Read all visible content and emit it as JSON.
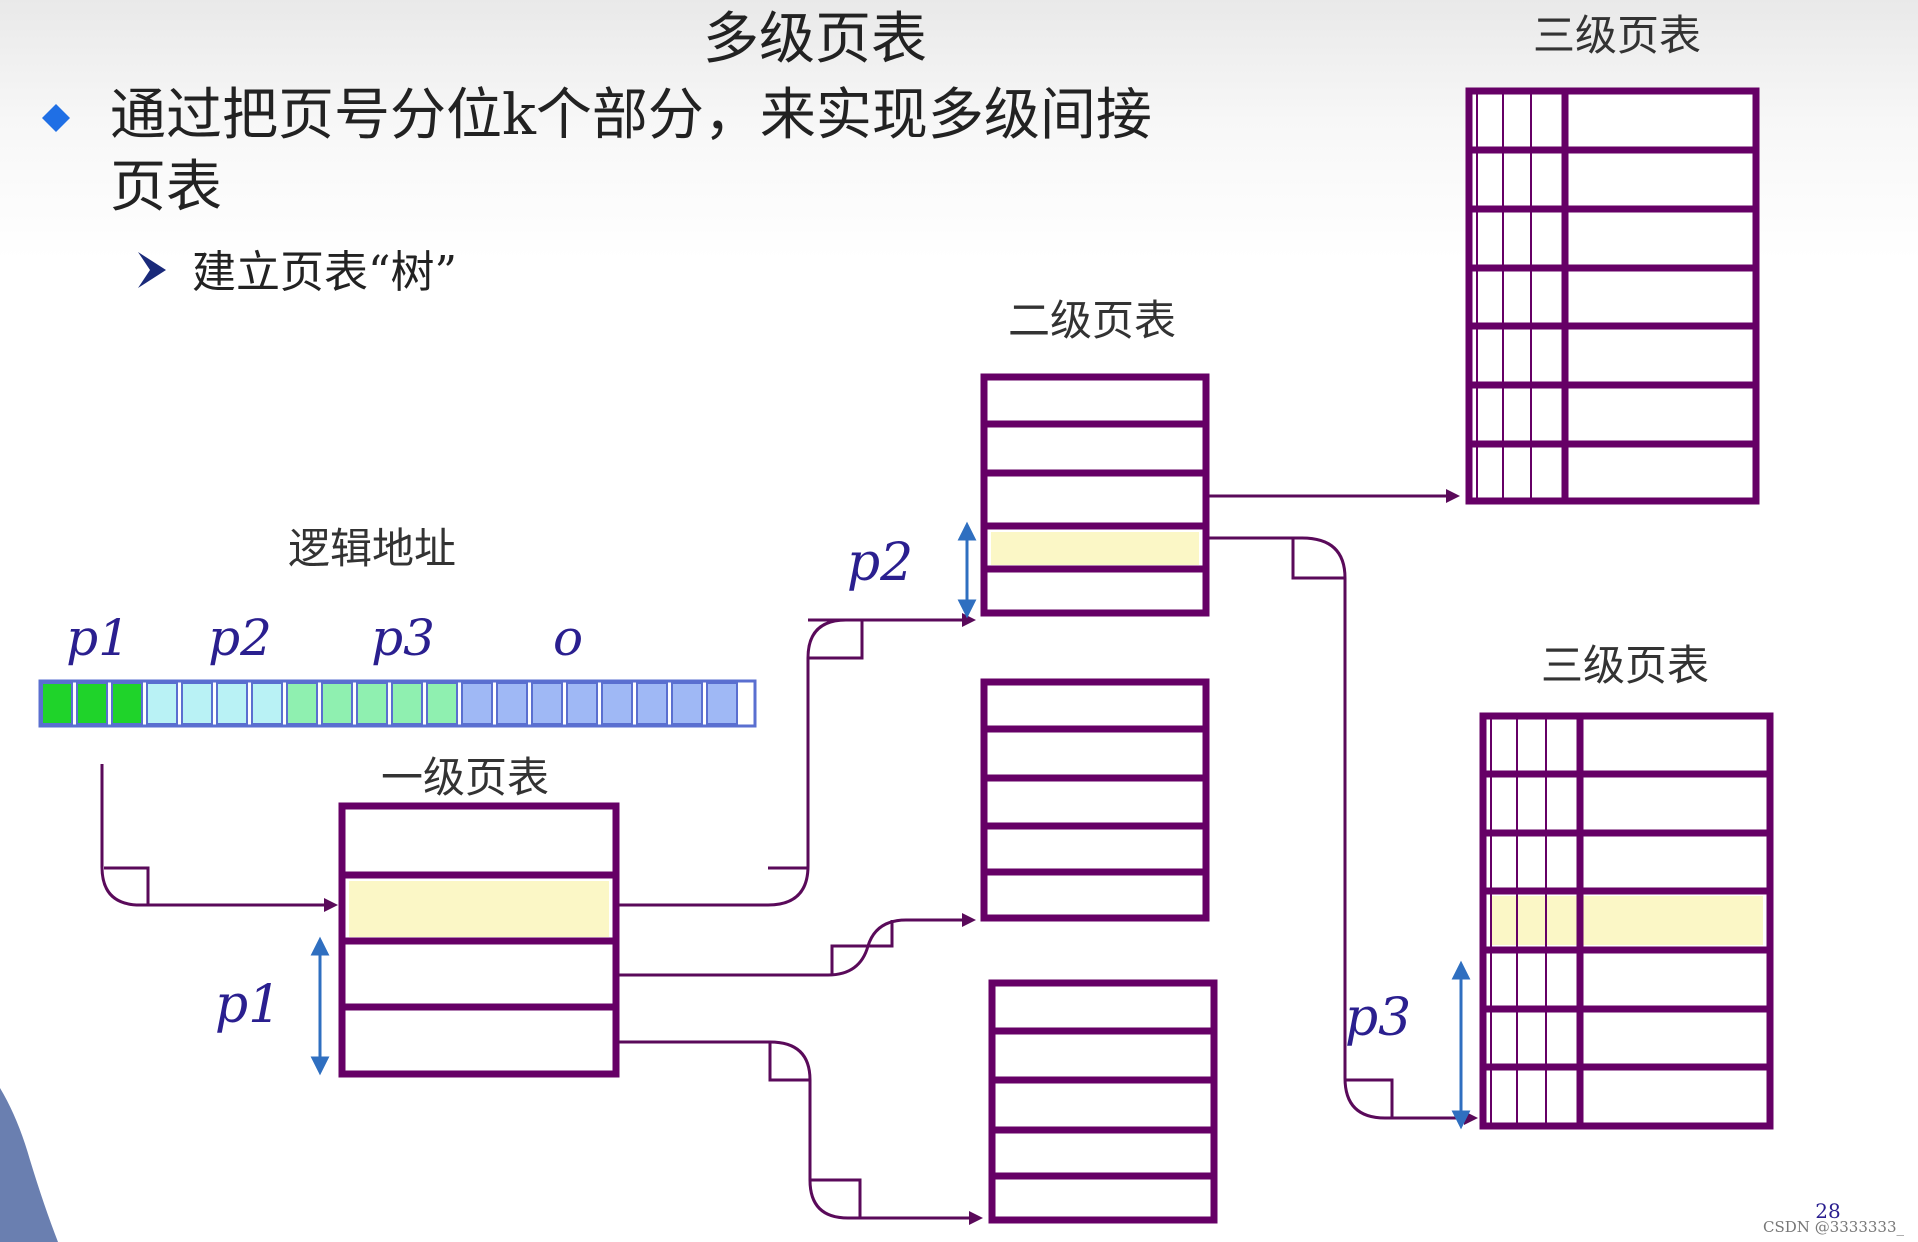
{
  "slide": {
    "title": "多级页表",
    "bullet": "通过把页号分位k个部分，来实现多级间接",
    "bullet_cont": "页表",
    "sub_bullet": "建立页表“树”",
    "page_number": "28",
    "watermark": "CSDN @3333333_"
  },
  "diagram": {
    "logical_address_label": "逻辑地址",
    "field_labels": [
      "p1",
      "p2",
      "p3",
      "o"
    ],
    "level1_label": "一级页表",
    "level2_label": "二级页表",
    "level3_label_top": "三级页表",
    "level3_label_bottom": "三级页表",
    "offset_labels": [
      "p1",
      "p2",
      "p3"
    ]
  },
  "colors": {
    "table_border": "#660066",
    "highlight": "#fbf7c6",
    "arrow": "#5a0a5a",
    "offset_arrow": "#2f6fc0",
    "label_blue": "#2a1f8f",
    "bullet_blue": "#1f6fe5",
    "field_p1": "#1fd32a",
    "field_p2": "#b9f2f5",
    "field_p3": "#8ff0b0",
    "field_o": "#9fb8f5",
    "bit_border": "#5a6fd0"
  }
}
